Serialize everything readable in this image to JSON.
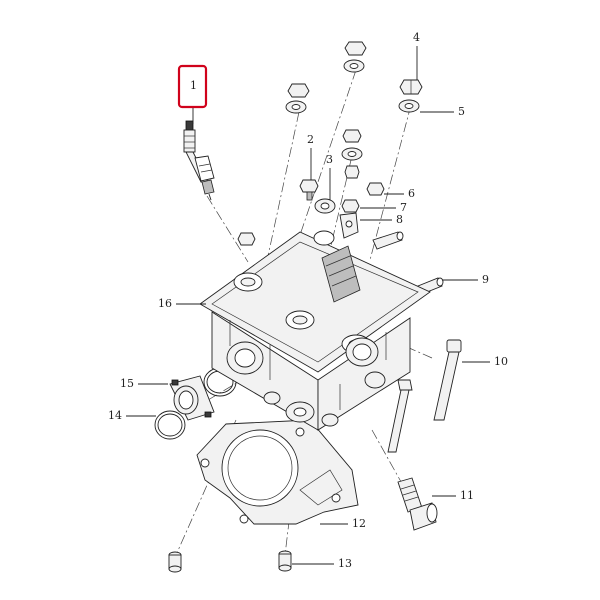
{
  "labels": {
    "p1": "1",
    "p2": "2",
    "p3": "3",
    "p4": "4",
    "p5": "5",
    "p6": "6",
    "p7": "7",
    "p8": "8",
    "p9": "9",
    "p10": "10",
    "p11": "11",
    "p12": "12",
    "p13": "13",
    "p14": "14",
    "p15": "15",
    "p16": "16"
  },
  "highlight": {
    "part": "1",
    "color": "#d0021b"
  }
}
